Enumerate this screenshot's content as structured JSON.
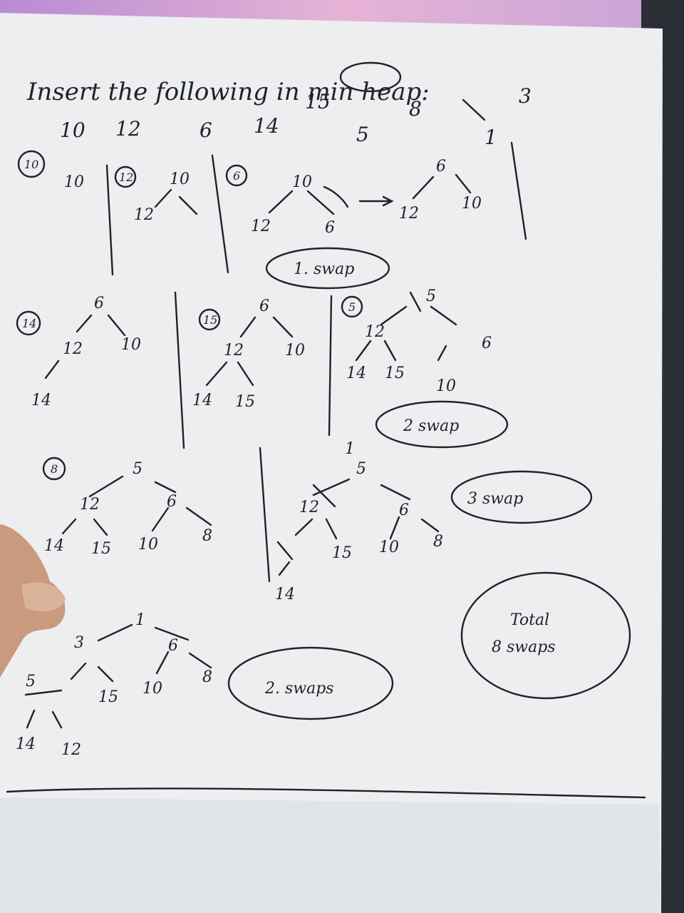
{
  "colors": {
    "paper": "#eceef0",
    "paper_shadow": "#d3d6da",
    "ink": "#1f2228",
    "monitor_glow": "#d9a6d8",
    "desk": "#2a2d33",
    "hand": "#c99a7e"
  },
  "header": {
    "title": "Insert the following in min heap:",
    "sequence": [
      "10",
      "12",
      "6",
      "14",
      "15",
      "5",
      "8",
      "1",
      "3"
    ]
  },
  "steps": [
    {
      "label": "10",
      "nodes": [
        "10"
      ]
    },
    {
      "label": "12",
      "nodes": [
        "10",
        "12"
      ]
    },
    {
      "label": "6",
      "nodes": [
        "10",
        "12",
        "6"
      ],
      "result": [
        "6",
        "12",
        "10"
      ],
      "note": "1. swap"
    },
    {
      "label": "14",
      "nodes": [
        "6",
        "12",
        "10",
        "14"
      ]
    },
    {
      "label": "15",
      "nodes": [
        "6",
        "12",
        "10",
        "14",
        "15"
      ]
    },
    {
      "label": "5",
      "nodes": [
        "5",
        "12",
        "6",
        "14",
        "15",
        "10"
      ],
      "note": "2 swap"
    },
    {
      "label": "8",
      "nodes": [
        "5",
        "12",
        "6",
        "14",
        "15",
        "10",
        "8"
      ]
    },
    {
      "nodes": [
        "1",
        "5",
        "6",
        "12",
        "15",
        "10",
        "8",
        "14"
      ],
      "note": "3 swap"
    },
    {
      "nodes": [
        "1",
        "3",
        "6",
        "5",
        "15",
        "10",
        "8",
        "14",
        "12"
      ],
      "note": "2. swaps"
    }
  ],
  "summary": {
    "line1": "Total",
    "line2": "8 swaps"
  }
}
